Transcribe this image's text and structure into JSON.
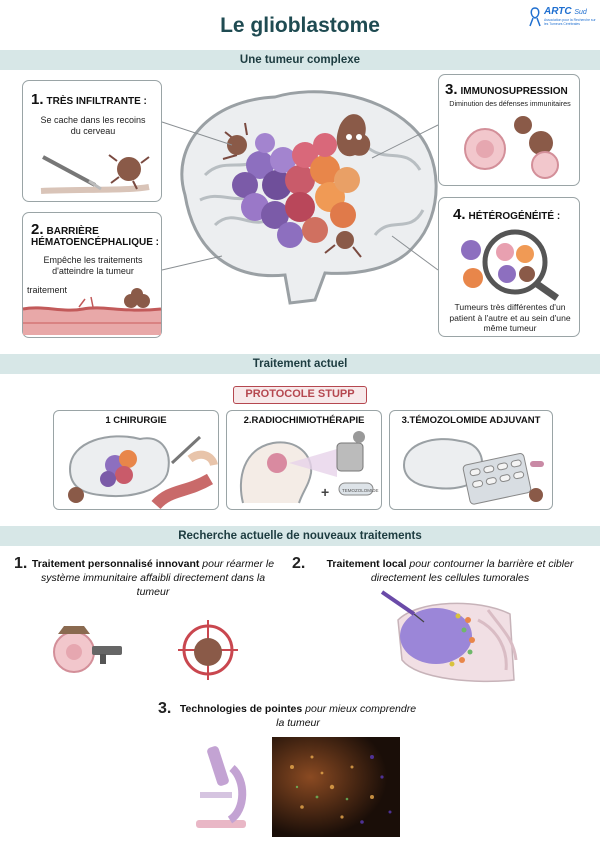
{
  "title": "Le glioblastome",
  "logo": {
    "brand": "ARTC",
    "brand_suffix": "Sud",
    "subtitle": "Association pour la Recherche sur les Tumeurs Cérébrales"
  },
  "sections": {
    "tumeur": "Une tumeur complexe",
    "traitement": "Traitement actuel",
    "recherche": "Recherche actuelle de nouveaux traitements"
  },
  "cards": {
    "infiltrante": {
      "num": "1.",
      "title": "TRÈS INFILTRANTE :",
      "text": "Se cache dans les recoins du cerveau"
    },
    "barriere": {
      "num": "2.",
      "title_line1": "BARRIÈRE",
      "title_line2": "HÉMATOENCÉPHALIQUE :",
      "text": "Empêche les traitements d'atteindre la tumeur",
      "label": "traitement"
    },
    "immuno": {
      "num": "3.",
      "title": "IMMUNOSUPRESSION",
      "text": "Diminution des défenses immunitaires"
    },
    "hetero": {
      "num": "4.",
      "title": "HÉTÉROGÉNÉITÉ :",
      "text": "Tumeurs très différentes d'un patient à l'autre et au sein d'une même tumeur"
    }
  },
  "protocol": "PROTOCOLE STUPP",
  "treatments": [
    {
      "label": "1 CHIRURGIE"
    },
    {
      "label": "2.RADIOCHIMIOTHÉRAPIE",
      "pill": "TEMOZOLOMIDE"
    },
    {
      "label": "3.TÉMOZOLOMIDE ADJUVANT"
    }
  ],
  "research": {
    "r1": {
      "num": "1.",
      "bold": "Traitement personnalisé innovant",
      "italic": " pour réarmer le système immunitaire affaibli directement dans la tumeur"
    },
    "r2": {
      "num": "2.",
      "bold": "Traitement local",
      "italic": " pour contourner la barrière et cibler directement les cellules tumorales"
    },
    "r3": {
      "num": "3.",
      "bold": "Technologies de pointes",
      "italic": " pour mieux comprendre la tumeur"
    }
  },
  "colors": {
    "band": "#d7e7e7",
    "title": "#1f4b52",
    "protocol": "#b5474f",
    "tumor_purple": "#7b5ba8",
    "tumor_orange": "#e8864a",
    "tumor_red": "#c9474f"
  }
}
